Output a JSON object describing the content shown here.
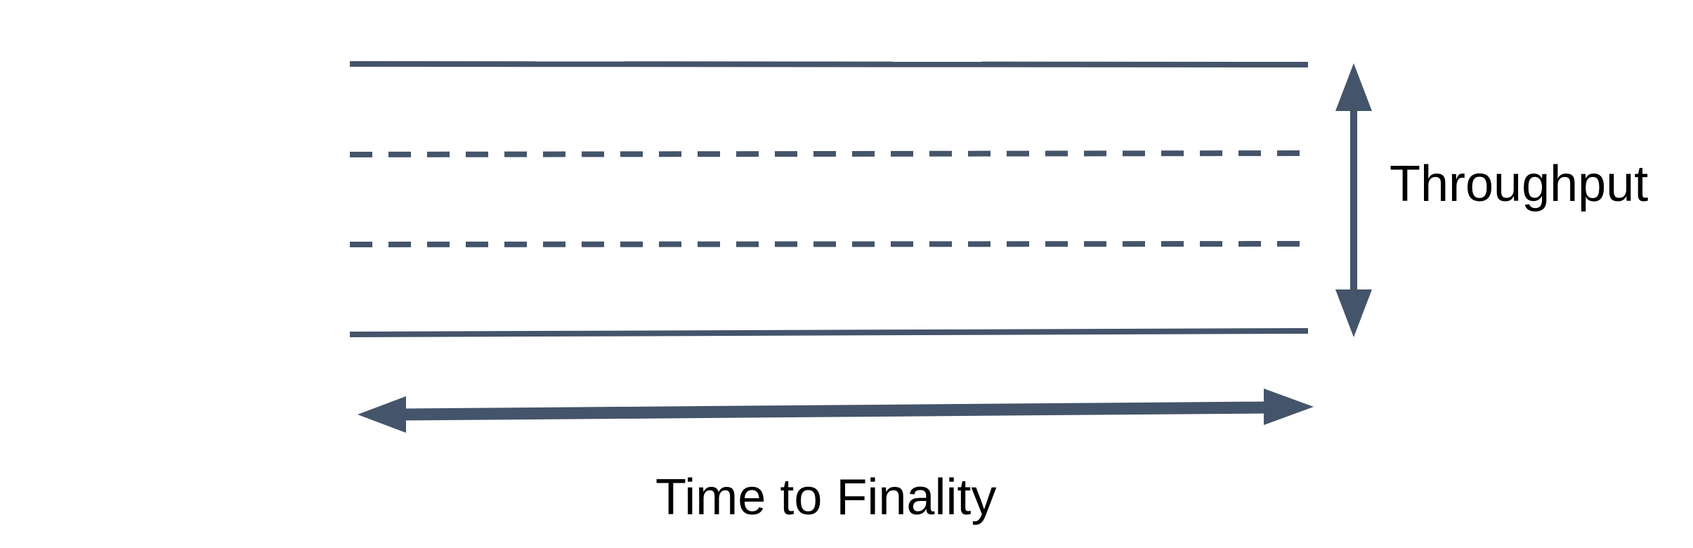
{
  "diagram": {
    "labels": {
      "throughput": "Throughput",
      "time_to_finality": "Time to Finality"
    },
    "colors": {
      "shape": "#44546A",
      "text": "#000000",
      "background": "#FFFFFF"
    },
    "band": {
      "top_boundary_style": "solid",
      "inner_line_1_style": "dashed",
      "inner_line_2_style": "dashed",
      "bottom_boundary_style": "solid"
    },
    "arrows": {
      "vertical_double_arrow_measures": "throughput",
      "horizontal_double_arrow_measures": "time_to_finality"
    }
  }
}
